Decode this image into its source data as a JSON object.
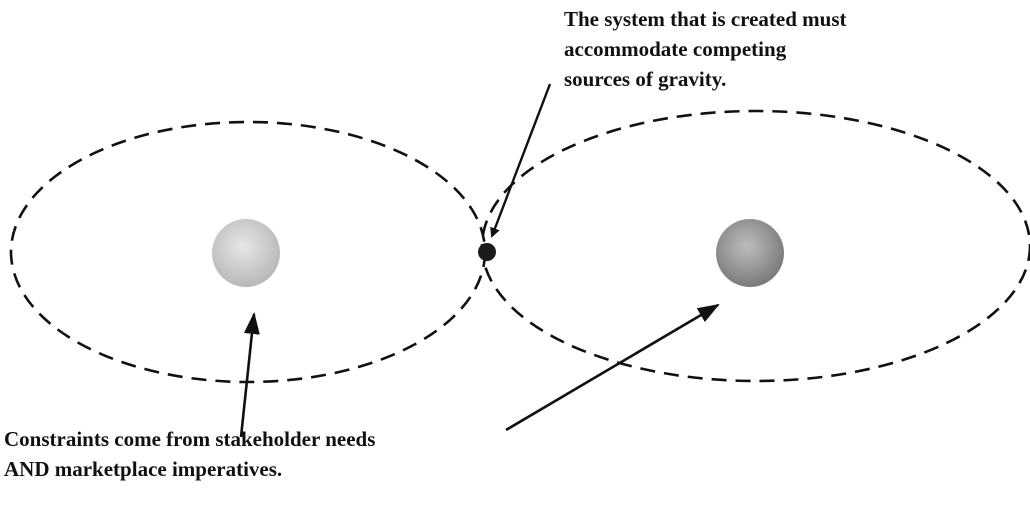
{
  "annotations": {
    "system_note": [
      "The system that is created must",
      "accommodate competing",
      "sources of gravity."
    ],
    "constraints_note": [
      "Constraints come from stakeholder needs",
      "AND marketplace imperatives."
    ]
  },
  "colors": {
    "orbit_stroke": "#111111",
    "arrow": "#111111",
    "left_body": "#c9c9c9",
    "right_body": "#9a9a9a",
    "system_node": "#1a1a1a"
  }
}
